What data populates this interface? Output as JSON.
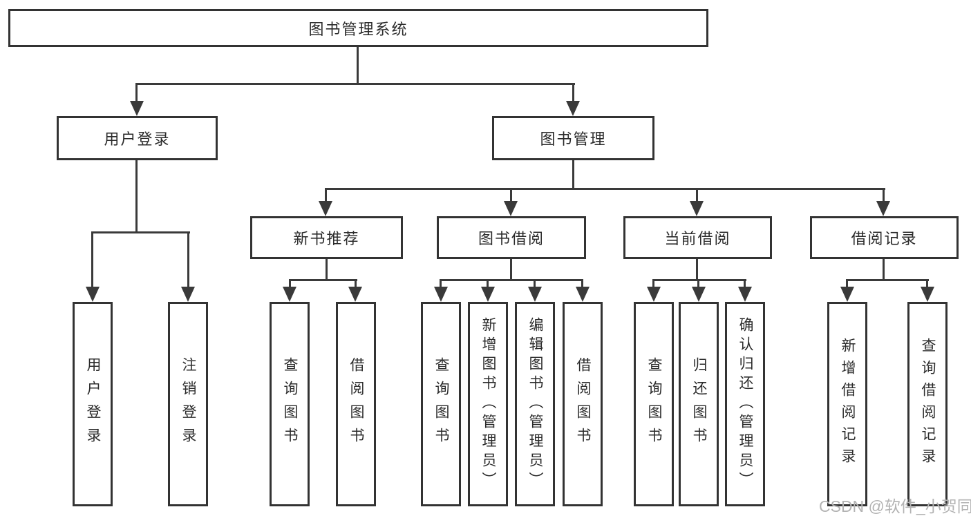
{
  "diagram": {
    "type": "hierarchy",
    "root": {
      "label": "图书管理系统"
    },
    "level2": [
      {
        "id": "user-login",
        "label": "用户登录",
        "parent": "图书管理系统"
      },
      {
        "id": "book-management",
        "label": "图书管理",
        "parent": "图书管理系统"
      }
    ],
    "level3": [
      {
        "id": "new-book-recommend",
        "label": "新书推荐",
        "parent": "图书管理"
      },
      {
        "id": "book-borrowing",
        "label": "图书借阅",
        "parent": "图书管理"
      },
      {
        "id": "current-borrowing",
        "label": "当前借阅",
        "parent": "图书管理"
      },
      {
        "id": "borrowing-records",
        "label": "借阅记录",
        "parent": "图书管理"
      }
    ],
    "leaves": [
      {
        "label": "用户登录",
        "parent": "用户登录"
      },
      {
        "label": "注销登录",
        "parent": "用户登录"
      },
      {
        "label": "查询图书",
        "parent": "新书推荐"
      },
      {
        "label": "借阅图书",
        "parent": "新书推荐"
      },
      {
        "label": "查询图书",
        "parent": "图书借阅"
      },
      {
        "label": "新增图书（管理员）",
        "parent": "图书借阅"
      },
      {
        "label": "编辑图书（管理员）",
        "parent": "图书借阅"
      },
      {
        "label": "借阅图书",
        "parent": "图书借阅"
      },
      {
        "label": "查询图书",
        "parent": "当前借阅"
      },
      {
        "label": "归还图书",
        "parent": "当前借阅"
      },
      {
        "label": "确认归还（管理员）",
        "parent": "当前借阅"
      },
      {
        "label": "新增借阅记录",
        "parent": "借阅记录"
      },
      {
        "label": "查询借阅记录",
        "parent": "借阅记录"
      }
    ],
    "watermark": "CSDN @软件_小贺同学",
    "colors": {
      "line": "#3a3a3a",
      "box_border": "#333333",
      "text": "#2b2b2b",
      "watermark": "#b3b3b3",
      "background": "#ffffff"
    }
  }
}
